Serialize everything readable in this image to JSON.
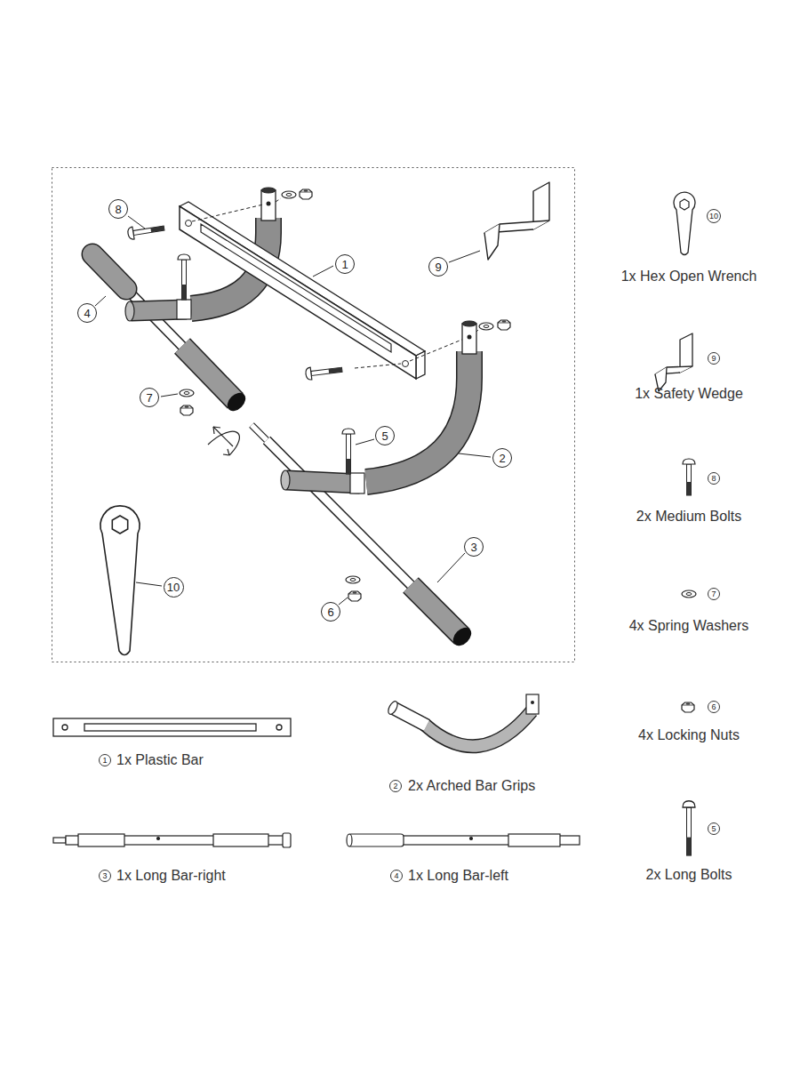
{
  "diagram": {
    "nodes": [
      {
        "text": [
          "8"
        ]
      },
      {
        "text": [
          "1"
        ]
      },
      {
        "text": [
          "9"
        ]
      },
      {
        "text": [
          "4"
        ]
      },
      {
        "text": [
          "7"
        ]
      },
      {
        "text": [
          "5"
        ]
      },
      {
        "text": [
          "2"
        ]
      },
      {
        "text": [
          "3"
        ]
      },
      {
        "text": [
          "10"
        ]
      },
      {
        "text": [
          "6"
        ]
      },
      {
        "text": [
          "10"
        ]
      },
      {
        "text": [
          "9"
        ]
      },
      {
        "text": [
          "8"
        ]
      },
      {
        "text": [
          "7"
        ]
      },
      {
        "text": [
          "6"
        ]
      },
      {
        "text": [
          "5"
        ]
      },
      {
        "text": [
          "1"
        ]
      },
      {
        "text": [
          "2"
        ]
      },
      {
        "text": [
          "3"
        ]
      },
      {
        "text": [
          "4"
        ]
      }
    ],
    "labels": [
      "1x Hex Open Wrench",
      "1x Safety Wedge",
      "2x Medium Bolts",
      "4x Spring Washers",
      "4x Locking Nuts",
      "2x Long Bolts",
      "1x Plastic Bar",
      "2x Arched Bar Grips",
      "1x Long Bar-right",
      "1x Long Bar-left"
    ]
  }
}
